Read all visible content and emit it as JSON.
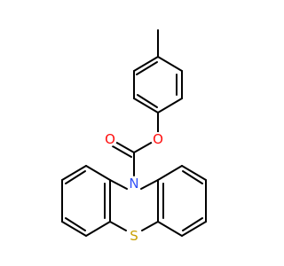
{
  "atoms": {
    "oxygen_ether": {
      "label": "O",
      "color": "#ff0d0d"
    },
    "oxygen_carbonyl": {
      "label": "O",
      "color": "#ff0d0d"
    },
    "nitrogen": {
      "label": "N",
      "color": "#3050f8"
    },
    "sulfur": {
      "label": "S",
      "color": "#c8a000"
    }
  },
  "bond_color": "#000000"
}
